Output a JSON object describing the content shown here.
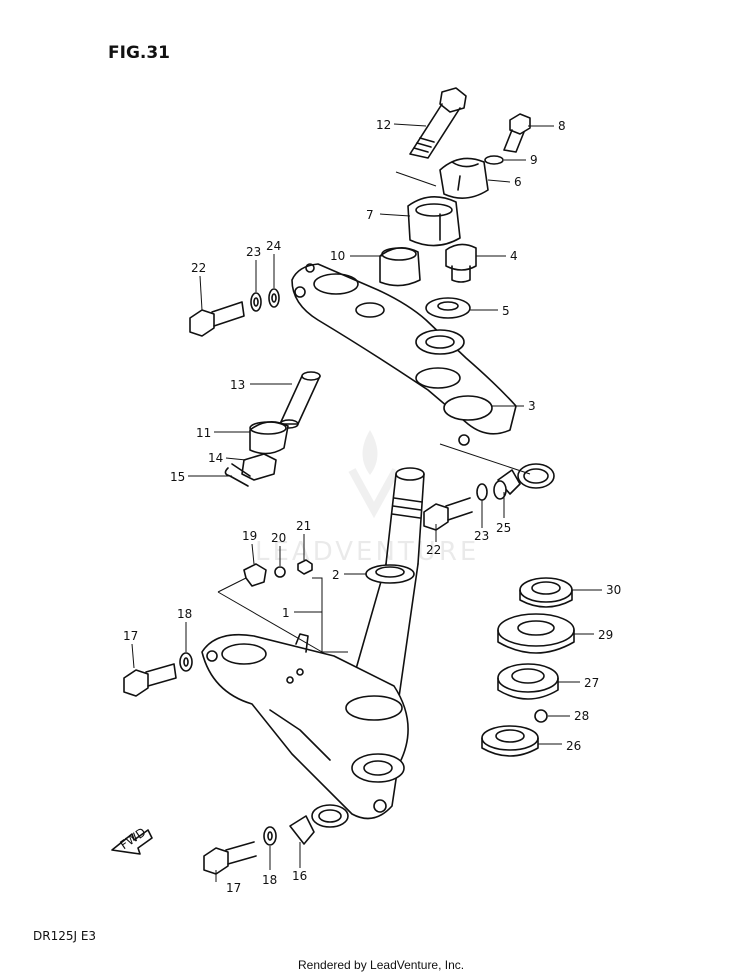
{
  "figure_title": "FIG.31",
  "model_code": "DR125J  E3",
  "footer": "Rendered by LeadVenture, Inc.",
  "watermark": "LEADVENTURE",
  "fwd_label": "FWD",
  "callouts": [
    {
      "id": "c12",
      "text": "12"
    },
    {
      "id": "c8",
      "text": "8"
    },
    {
      "id": "c9",
      "text": "9"
    },
    {
      "id": "c6",
      "text": "6"
    },
    {
      "id": "c7",
      "text": "7"
    },
    {
      "id": "c10",
      "text": "10"
    },
    {
      "id": "c4",
      "text": "4"
    },
    {
      "id": "c22a",
      "text": "22"
    },
    {
      "id": "c23a",
      "text": "23"
    },
    {
      "id": "c24",
      "text": "24"
    },
    {
      "id": "c5",
      "text": "5"
    },
    {
      "id": "c13",
      "text": "13"
    },
    {
      "id": "c3",
      "text": "3"
    },
    {
      "id": "c11",
      "text": "11"
    },
    {
      "id": "c14",
      "text": "14"
    },
    {
      "id": "c15",
      "text": "15"
    },
    {
      "id": "c25",
      "text": "25"
    },
    {
      "id": "c23b",
      "text": "23"
    },
    {
      "id": "c22b",
      "text": "22"
    },
    {
      "id": "c19",
      "text": "19"
    },
    {
      "id": "c20",
      "text": "20"
    },
    {
      "id": "c21",
      "text": "21"
    },
    {
      "id": "c2",
      "text": "2"
    },
    {
      "id": "c1",
      "text": "1"
    },
    {
      "id": "c30",
      "text": "30"
    },
    {
      "id": "c29",
      "text": "29"
    },
    {
      "id": "c27",
      "text": "27"
    },
    {
      "id": "c28",
      "text": "28"
    },
    {
      "id": "c26",
      "text": "26"
    },
    {
      "id": "c17a",
      "text": "17"
    },
    {
      "id": "c18a",
      "text": "18"
    },
    {
      "id": "c17b",
      "text": "17"
    },
    {
      "id": "c18b",
      "text": "18"
    },
    {
      "id": "c16",
      "text": "16"
    }
  ]
}
